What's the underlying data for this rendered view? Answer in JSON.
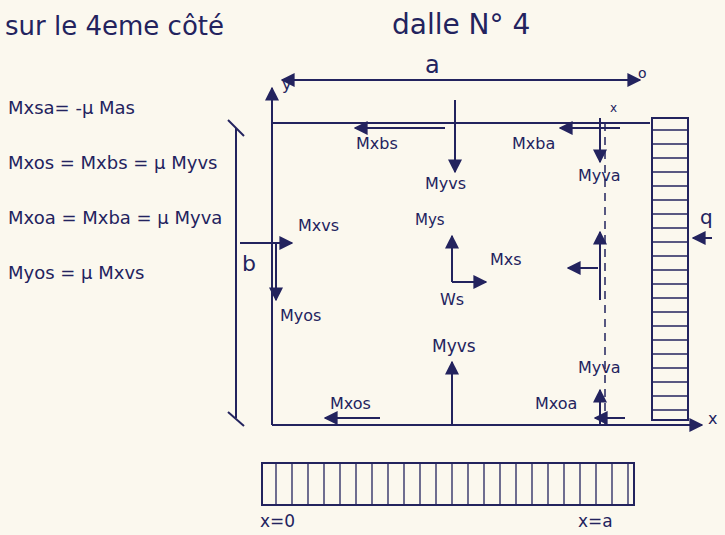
{
  "diagram": {
    "nodes": [
      {
        "text": [
          "Mxbs",
          "Mxba",
          "Myvs",
          "Myva",
          "Mys",
          "Mxs",
          "Ws",
          "Mxvs",
          "Myos",
          "Myvs",
          "Myva",
          "Mxos",
          "Mxoa"
        ]
      }
    ],
    "labels": [
      "sur le 4eme côté",
      "dalle N° 4",
      "Mxsa= -μ Mas",
      "Mxos = Mxbs = μ Myvs",
      "Mxoa = Mxba = μ Myva",
      "Myos = μ Mxvs",
      "a",
      "b",
      "y",
      "o",
      "x",
      "q",
      "x=0",
      "x=a",
      "x"
    ]
  }
}
